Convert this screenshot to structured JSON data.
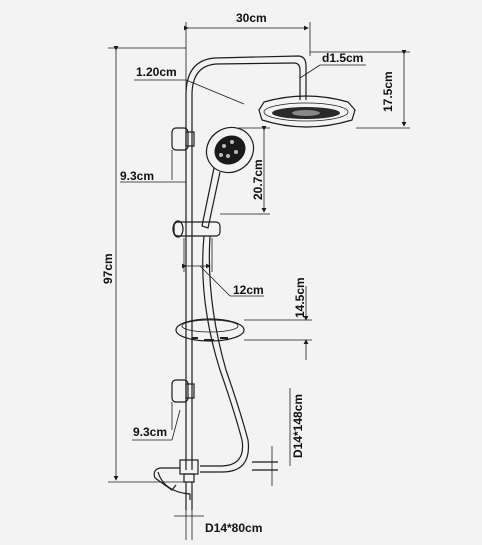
{
  "diagram": {
    "labels": {
      "width_top": "30cm",
      "pipe_diameter": "d1.5cm",
      "arm_length": "1.20cm",
      "head_height": "17.5cm",
      "upper_bracket_offset": "9.3cm",
      "handshower_length": "20.7cm",
      "total_height": "97cm",
      "holder_width": "12cm",
      "soap_dish_height": "14.5cm",
      "lower_bracket_offset": "9.3cm",
      "hose_long": "D14*148cm",
      "hose_short": "D14*80cm"
    }
  }
}
